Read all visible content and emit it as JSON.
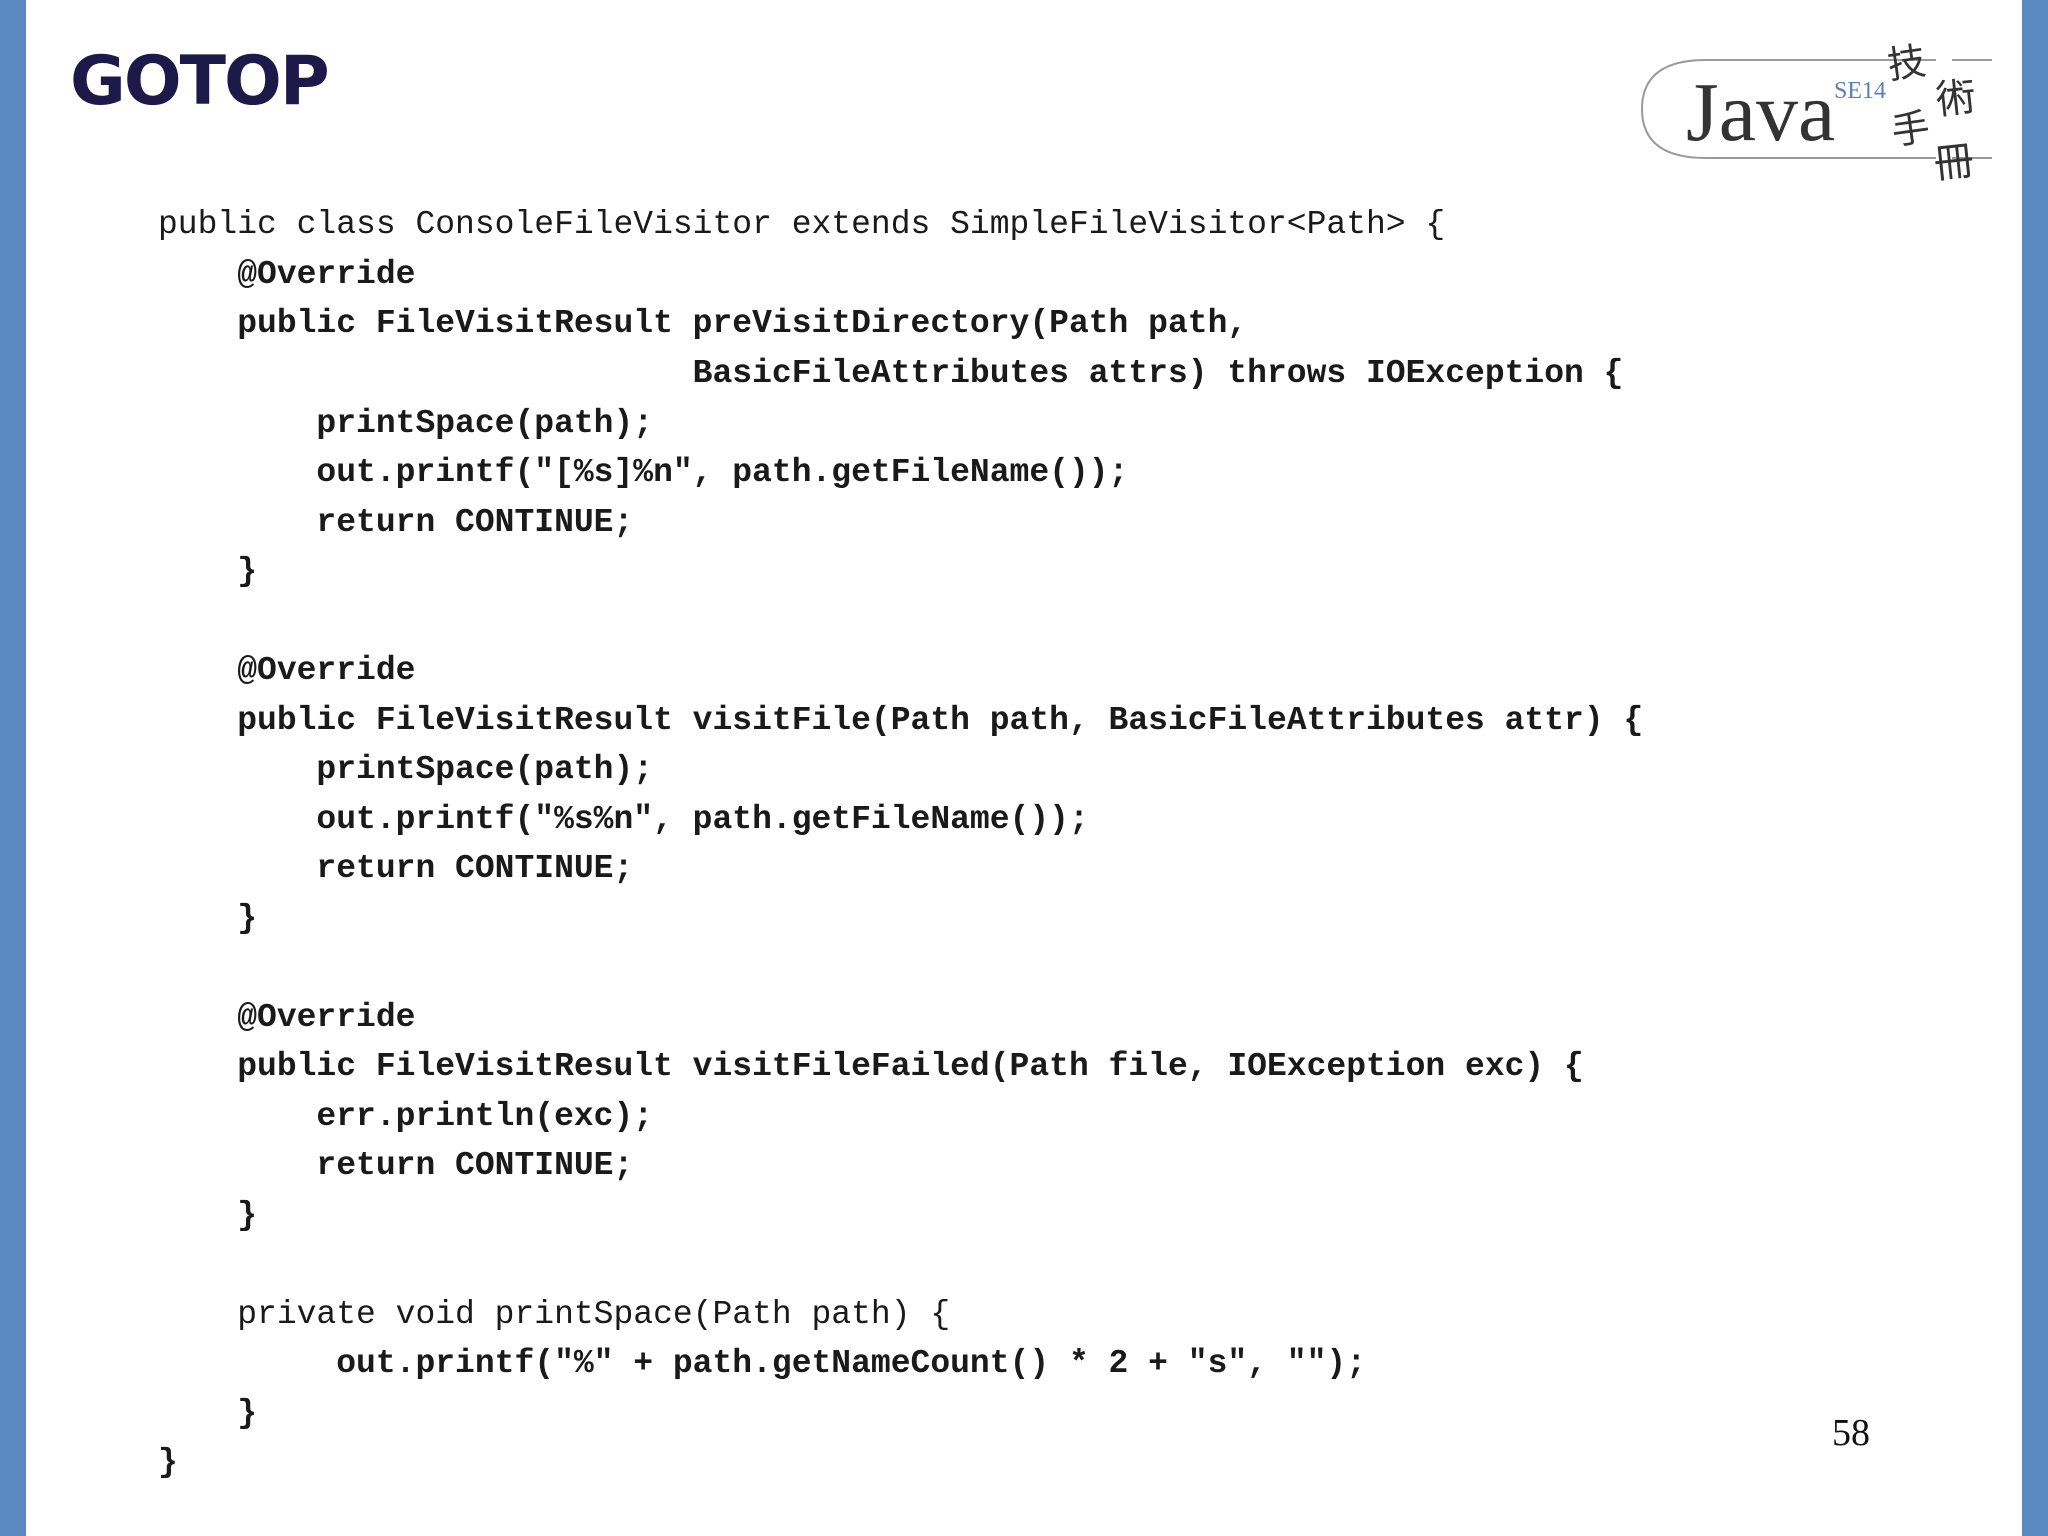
{
  "slide": {
    "brand": "GOTOP",
    "badge": {
      "java_text": "Java",
      "version_text": "SE14",
      "chinese_text": [
        "技",
        "術",
        "手",
        "冊"
      ]
    },
    "page_number": "58",
    "code_lines": [
      "public class ConsoleFileVisitor extends SimpleFileVisitor<Path> {",
      "    @Override",
      "    public FileVisitResult preVisitDirectory(Path path,",
      "                           BasicFileAttributes attrs) throws IOException {",
      "        printSpace(path);",
      "        out.printf(\"[%s]%n\", path.getFileName());",
      "        return CONTINUE;",
      "    }",
      "",
      "    @Override",
      "    public FileVisitResult visitFile(Path path, BasicFileAttributes attr) {",
      "        printSpace(path);",
      "        out.printf(\"%s%n\", path.getFileName());",
      "        return CONTINUE;",
      "    }",
      "",
      "    @Override",
      "    public FileVisitResult visitFileFailed(Path file, IOException exc) {",
      "        err.println(exc);",
      "        return CONTINUE;",
      "    }",
      "",
      "    private void printSpace(Path path) {",
      "         out.printf(\"%\" + path.getNameCount() * 2 + \"s\", \"\");",
      "    }",
      "}"
    ]
  },
  "colors": {
    "side_bar": "#5b8ac0",
    "brand": "#1d1a4a",
    "badge_outline": "#9a9a9a",
    "java_text": "#333333",
    "version_text": "#5a7fb5",
    "code_text": "#1a1a1a",
    "page_number": "#111111"
  }
}
